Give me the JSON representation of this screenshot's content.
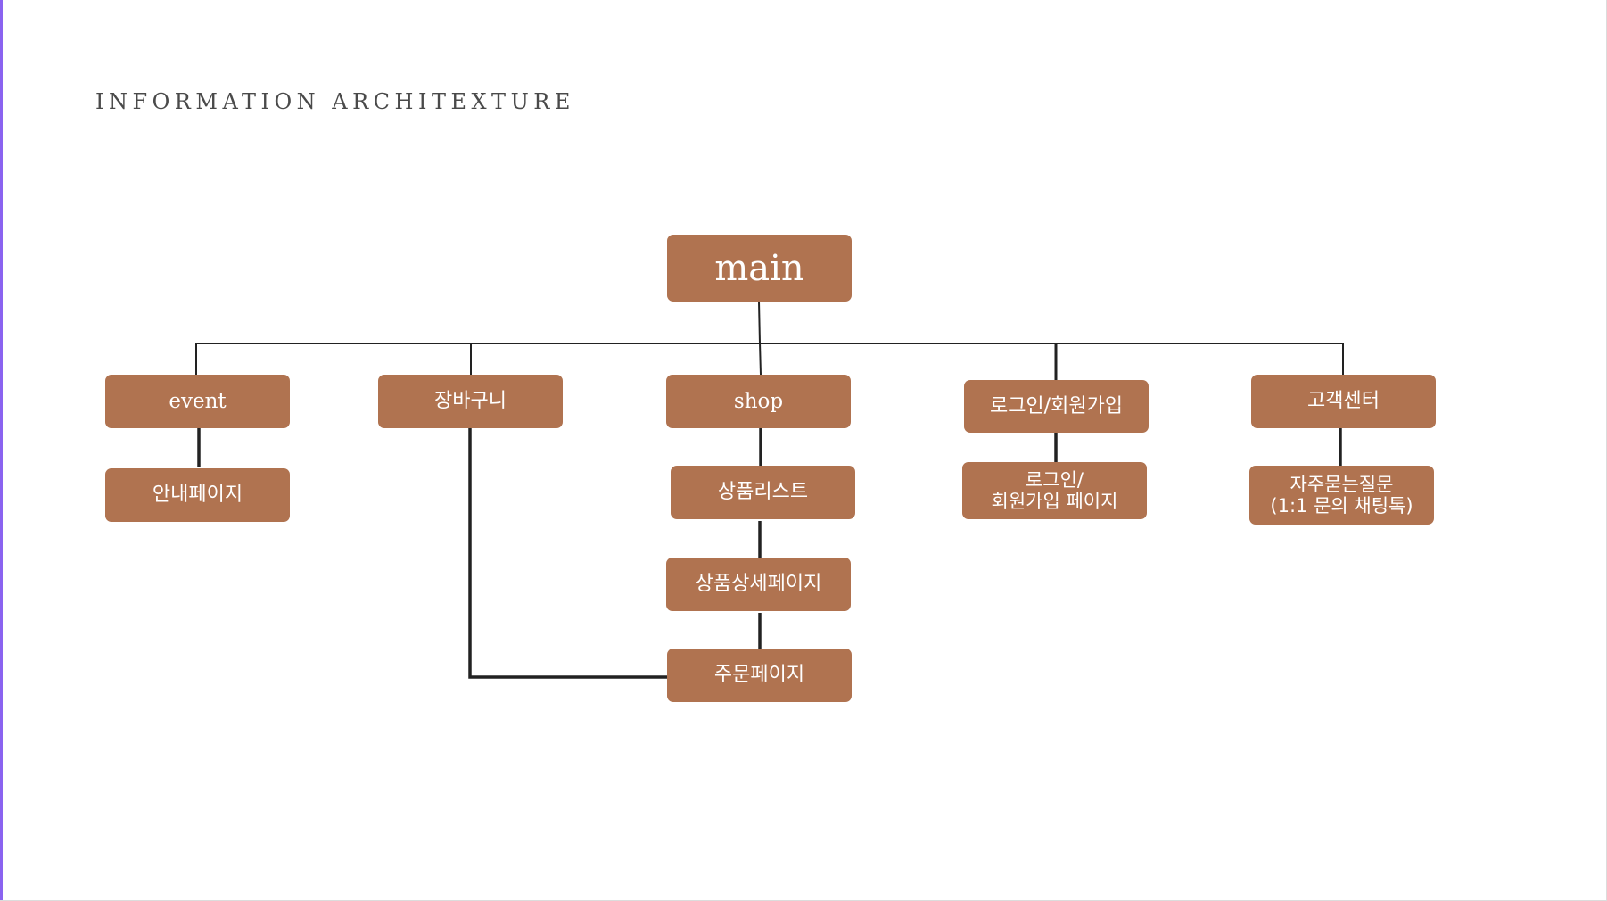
{
  "page": {
    "title": "INFORMATION ARCHITEXTURE"
  },
  "diagram": {
    "nodes": {
      "main": "main",
      "event": "event",
      "cart": "장바구니",
      "shop": "shop",
      "login_signup": "로그인/회원가입",
      "customer_center": "고객센터",
      "event_info": "안내페이지",
      "product_list": "상품리스트",
      "product_detail": "상품상세페이지",
      "order": "주문페이지",
      "login_signup_page": "로그인/\n회원가입 페이지",
      "faq": "자주묻는질문\n(1:1 문의 채팅톡)"
    },
    "edges": [
      [
        "main",
        "event"
      ],
      [
        "main",
        "cart"
      ],
      [
        "main",
        "shop"
      ],
      [
        "main",
        "login_signup"
      ],
      [
        "main",
        "customer_center"
      ],
      [
        "event",
        "event_info"
      ],
      [
        "shop",
        "product_list"
      ],
      [
        "product_list",
        "product_detail"
      ],
      [
        "product_detail",
        "order"
      ],
      [
        "cart",
        "order"
      ],
      [
        "login_signup",
        "login_signup_page"
      ],
      [
        "customer_center",
        "faq"
      ]
    ]
  },
  "colors": {
    "node_fill": "#b07350",
    "node_text": "#ffffff",
    "line": "#222222"
  }
}
